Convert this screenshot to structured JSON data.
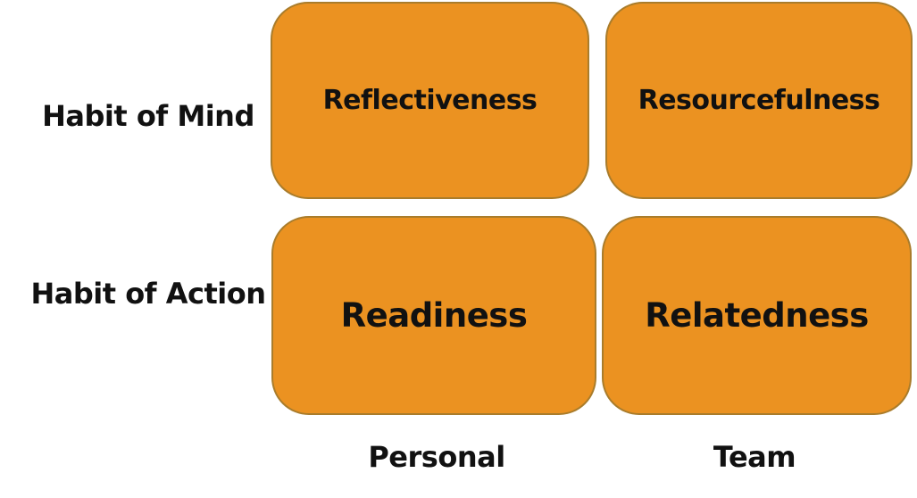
{
  "matrix": {
    "rows": [
      {
        "label": "Habit of Mind"
      },
      {
        "label": "Habit of Action"
      }
    ],
    "columns": [
      {
        "label": "Personal"
      },
      {
        "label": "Team"
      }
    ],
    "cells": [
      {
        "label": "Reflectiveness",
        "row": "Habit of Mind",
        "column": "Personal"
      },
      {
        "label": "Resourcefulness",
        "row": "Habit of Mind",
        "column": "Team"
      },
      {
        "label": "Readiness",
        "row": "Habit of Action",
        "column": "Personal"
      },
      {
        "label": "Relatedness",
        "row": "Habit of Action",
        "column": "Team"
      }
    ],
    "colors": {
      "cell_fill": "#EB9221",
      "cell_border": "#A97C2B",
      "text": "#111111",
      "background": "#FFFFFF"
    }
  }
}
